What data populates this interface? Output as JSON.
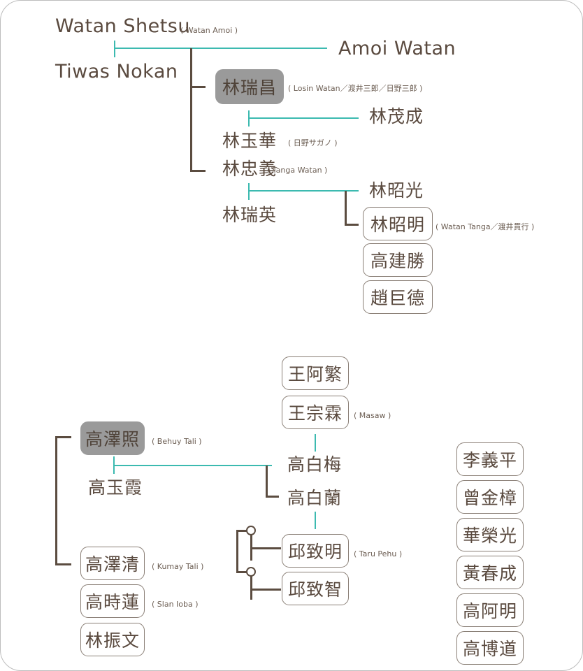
{
  "top_tree": {
    "watan_shetsu": "Watan Shetsu",
    "watan_shetsu_note": "( Watan Amoi )",
    "tiwas_nokan": "Tiwas Nokan",
    "amoi_watan": "Amoi Watan",
    "lin_ruichang": "林瑞昌",
    "lin_ruichang_note": "( Losin Watan／渡井三郎／日野三郎 )",
    "lin_maocheng": "林茂成",
    "lin_yuhua": "林玉華",
    "lin_yuhua_note": "( 日野サガノ )",
    "lin_zhongyi": "林忠義",
    "lin_zhongyi_note": "( Tanga Watan )",
    "lin_zhaoguang": "林昭光",
    "lin_ruiying": "林瑞英",
    "lin_zhaoming": "林昭明",
    "lin_zhaoming_note": "( Watan Tanga／渡井貫行 )",
    "gao_jiansheng": "高建勝",
    "zhao_jude": "趙巨德"
  },
  "bottom_tree": {
    "wang_afan": "王阿繁",
    "wang_zonglin": "王宗霖",
    "wang_zonglin_note": "( Masaw )",
    "gao_zezhao": "高澤照",
    "gao_zezhao_note": "( Behuy Tali )",
    "gao_yuxia": "高玉霞",
    "gao_baimei": "高白梅",
    "gao_bailan": "高白蘭",
    "qiu_zhiming": "邱致明",
    "qiu_zhiming_note": "( Taru Pehu )",
    "qiu_zhizhi": "邱致智",
    "gao_zeqing": "高澤清",
    "gao_zeqing_note": "( Kumay Tali )",
    "gao_shilian": "高時蓮",
    "gao_shilian_note": "( Slan Ioba )",
    "lin_zhenwen": "林振文"
  },
  "right_column": [
    "李義平",
    "曾金樟",
    "華榮光",
    "黃春成",
    "高阿明",
    "高博道"
  ],
  "colors": {
    "marriage_line": "#3cbab0",
    "descent_line": "#5b4c40",
    "highlight_box": "#9a9a9a",
    "text": "#5a4a3f"
  }
}
